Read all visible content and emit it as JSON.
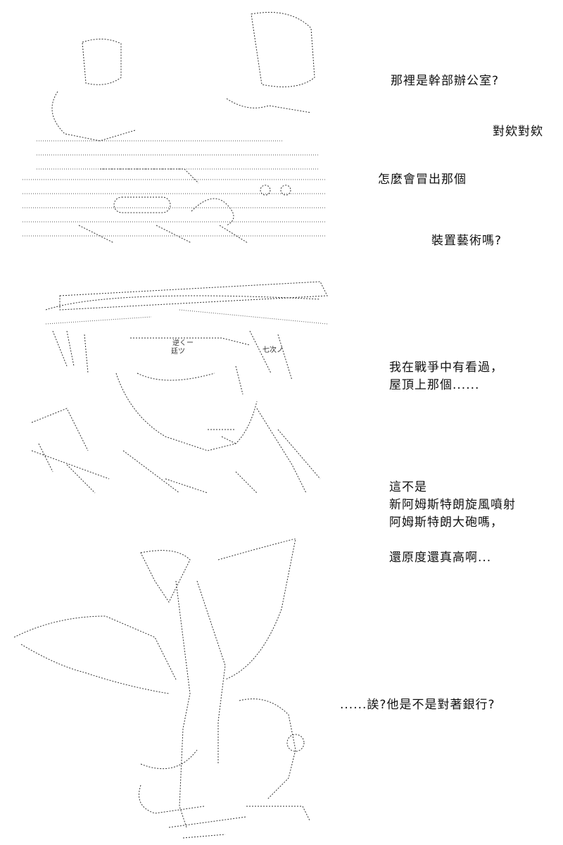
{
  "panels": [
    {
      "id": "office-scene",
      "lines": [
        {
          "text": "那裡是幹部辦公室?"
        },
        {
          "text": "對欸對欸"
        },
        {
          "text": "怎麼會冒出那個"
        },
        {
          "text": "裝置藝術嗎?"
        }
      ]
    },
    {
      "id": "soldier-face",
      "lines": [
        {
          "text": "我在戰爭中有看過，"
        },
        {
          "text": "屋頂上那個......"
        }
      ],
      "art_text": {
        "sfx_1": "逆くー",
        "sfx_2": "廷ツ",
        "sfx_3": "七次ノ"
      }
    },
    {
      "id": "statue",
      "lines": [
        {
          "text": "這不是"
        },
        {
          "text": "新阿姆斯特朗旋風噴射"
        },
        {
          "text": "阿姆斯特朗大砲嗎，"
        },
        {
          "text": ""
        },
        {
          "text": "還原度還真高啊..."
        }
      ],
      "lines_2": [
        {
          "text": "......誒?他是不是對著銀行?"
        }
      ]
    }
  ],
  "colors": {
    "ink": "#222222",
    "background": "#ffffff"
  }
}
